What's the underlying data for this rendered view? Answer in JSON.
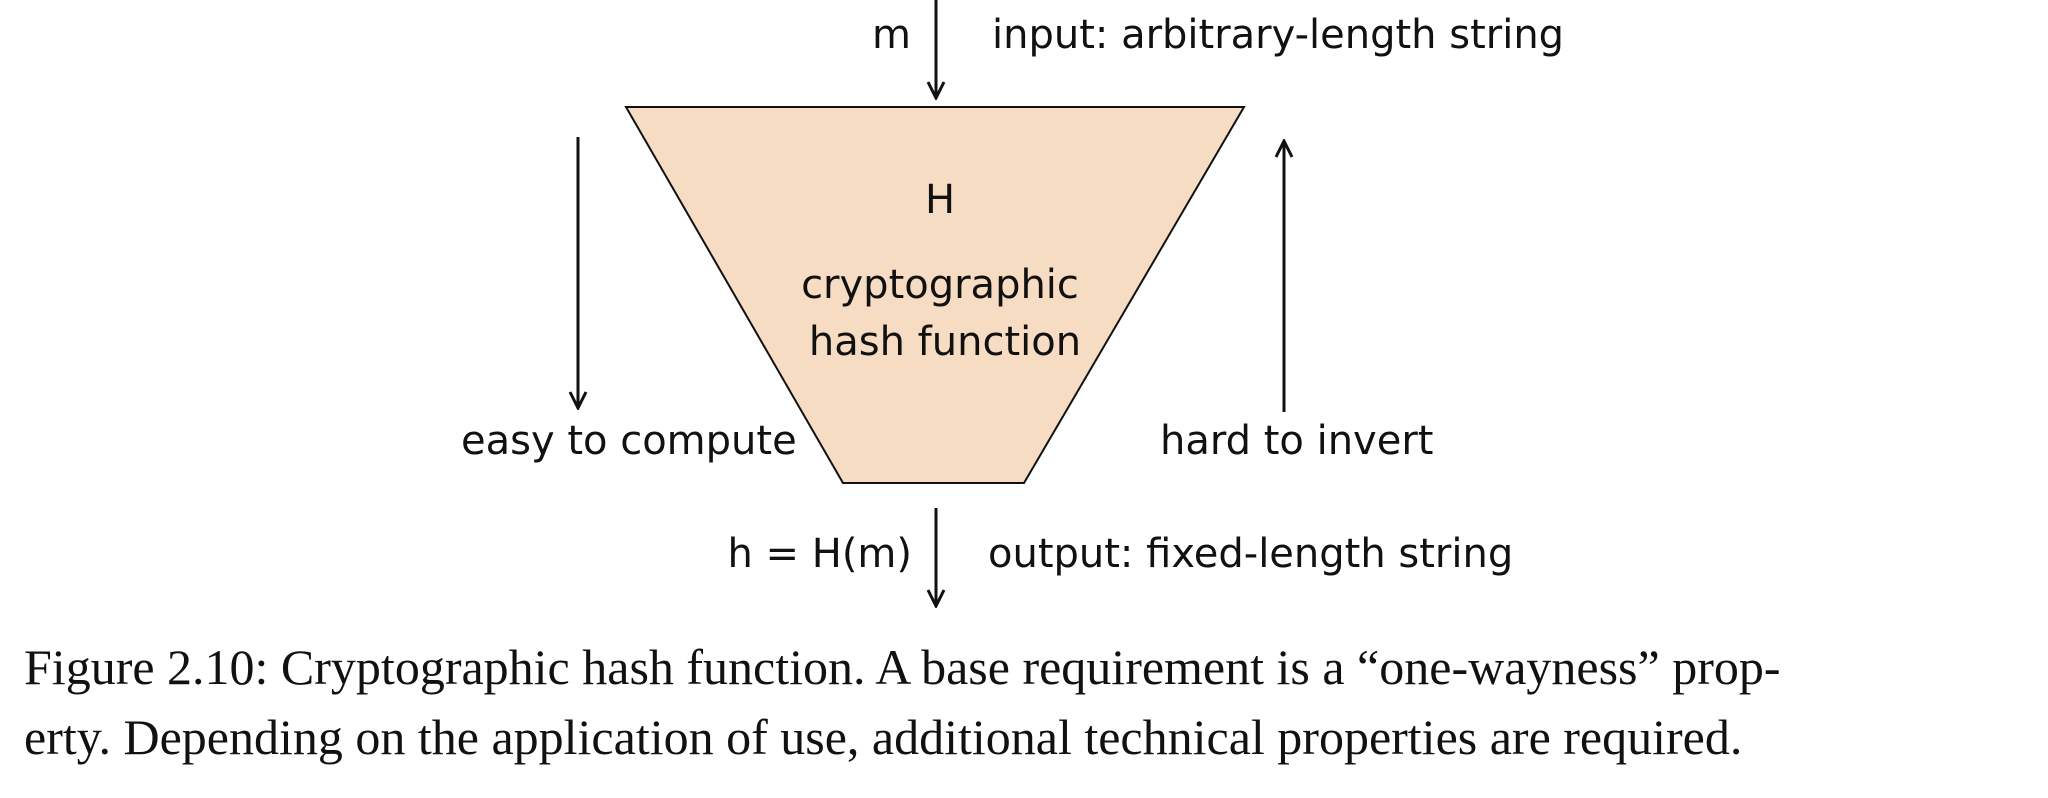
{
  "diagram": {
    "input_var": "m",
    "input_desc": "input:  arbitrary-length string",
    "hash_symbol": "H",
    "hash_name_line1": "cryptographic",
    "hash_name_line2": "hash function",
    "easy_label": "easy to compute",
    "hard_label": "hard to invert",
    "output_var": "h = H(m)",
    "output_desc": "output: fixed-length string",
    "funnel_fill": "#f7dcc4",
    "stroke_color": "#111111"
  },
  "caption": {
    "line1": "Figure 2.10:  Cryptographic hash function. A base requirement is a “one-wayness” prop-",
    "line2": "erty. Depending on the application of use, additional technical properties are required."
  }
}
